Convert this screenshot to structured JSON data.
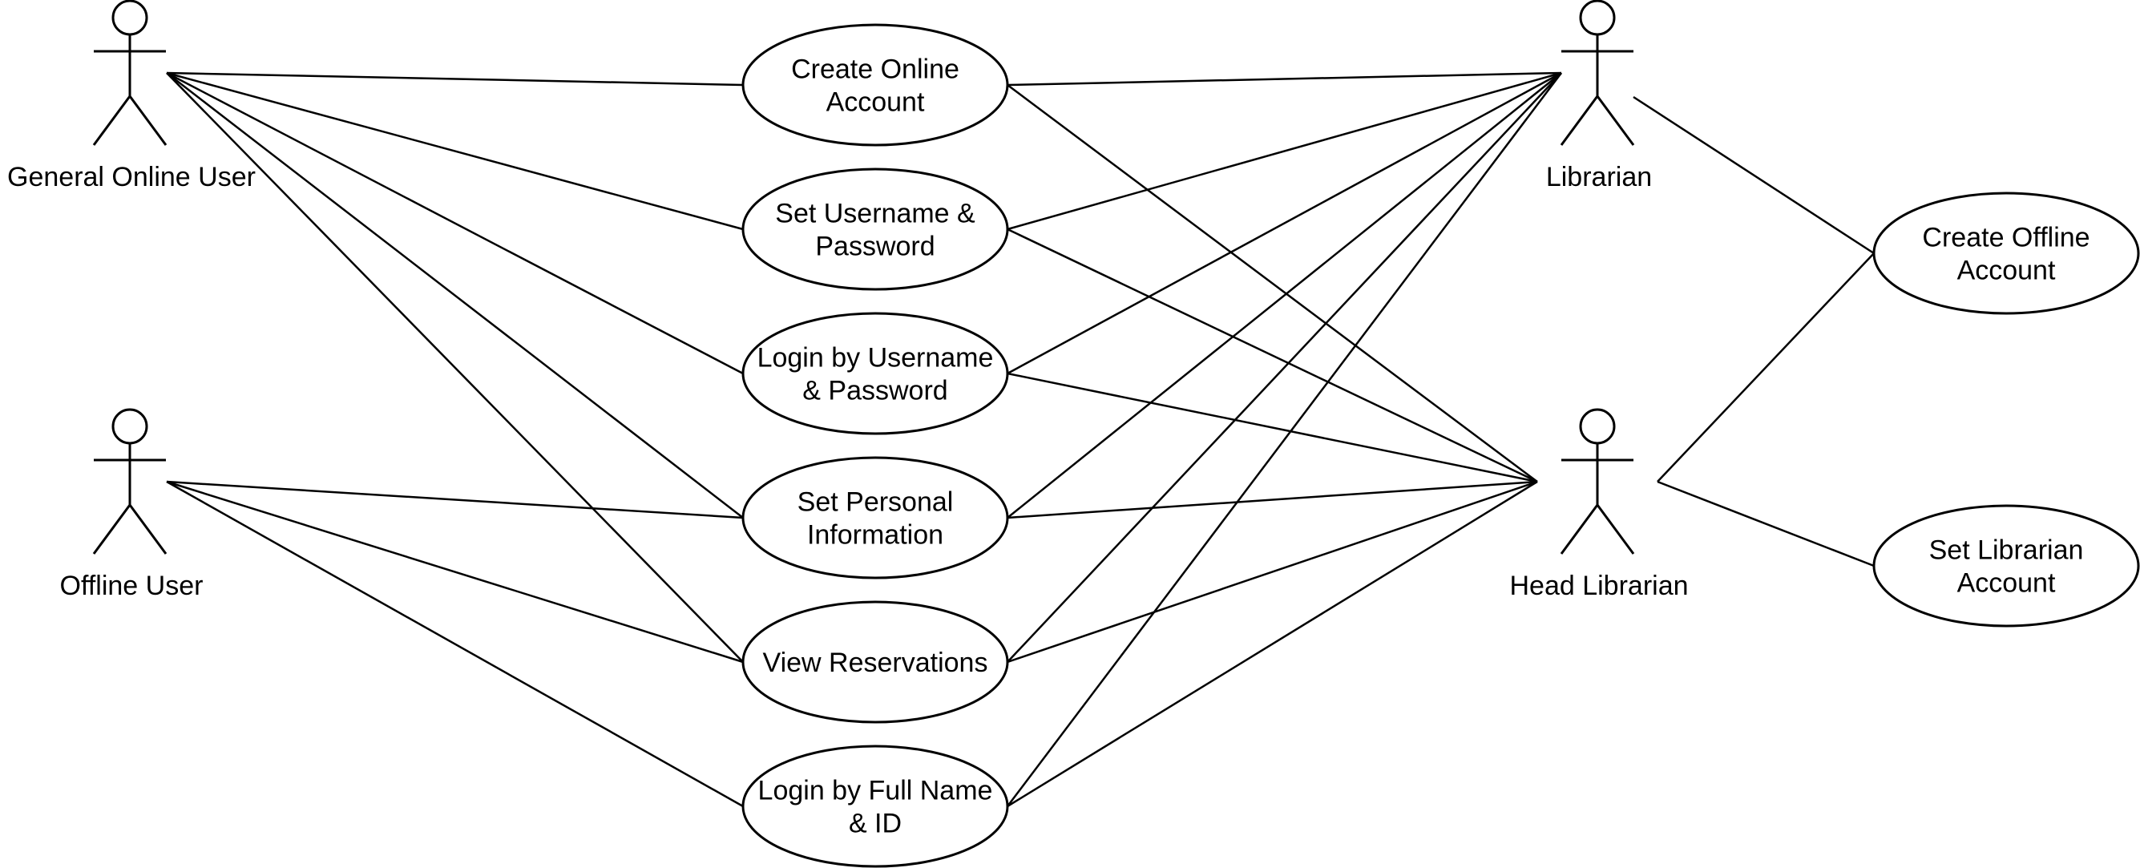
{
  "actors": {
    "general_online_user": {
      "label": "General Online User"
    },
    "offline_user": {
      "label": "Offline User"
    },
    "librarian": {
      "label": "Librarian"
    },
    "head_librarian": {
      "label": "Head Librarian"
    }
  },
  "use_cases": {
    "create_online_account": {
      "lines": [
        "Create Online",
        "Account"
      ]
    },
    "set_username_password": {
      "lines": [
        "Set Username &",
        "Password"
      ]
    },
    "login_username_password": {
      "lines": [
        "Login by Username",
        "& Password"
      ]
    },
    "set_personal_information": {
      "lines": [
        "Set Personal",
        "Information"
      ]
    },
    "view_reservations": {
      "lines": [
        "View Reservations"
      ]
    },
    "login_full_name_id": {
      "lines": [
        "Login by Full Name",
        "& ID"
      ]
    },
    "create_offline_account": {
      "lines": [
        "Create Offline",
        "Account"
      ]
    },
    "set_librarian_account": {
      "lines": [
        "Set Librarian",
        "Account"
      ]
    }
  },
  "associations": [
    [
      "general_online_user",
      "create_online_account"
    ],
    [
      "general_online_user",
      "set_username_password"
    ],
    [
      "general_online_user",
      "login_username_password"
    ],
    [
      "general_online_user",
      "set_personal_information"
    ],
    [
      "general_online_user",
      "view_reservations"
    ],
    [
      "offline_user",
      "set_personal_information"
    ],
    [
      "offline_user",
      "view_reservations"
    ],
    [
      "offline_user",
      "login_full_name_id"
    ],
    [
      "librarian",
      "create_online_account"
    ],
    [
      "librarian",
      "set_username_password"
    ],
    [
      "librarian",
      "login_username_password"
    ],
    [
      "librarian",
      "set_personal_information"
    ],
    [
      "librarian",
      "view_reservations"
    ],
    [
      "librarian",
      "login_full_name_id"
    ],
    [
      "librarian",
      "create_offline_account"
    ],
    [
      "head_librarian",
      "create_online_account"
    ],
    [
      "head_librarian",
      "set_username_password"
    ],
    [
      "head_librarian",
      "login_username_password"
    ],
    [
      "head_librarian",
      "set_personal_information"
    ],
    [
      "head_librarian",
      "view_reservations"
    ],
    [
      "head_librarian",
      "login_full_name_id"
    ],
    [
      "head_librarian",
      "create_offline_account"
    ],
    [
      "head_librarian",
      "set_librarian_account"
    ]
  ]
}
